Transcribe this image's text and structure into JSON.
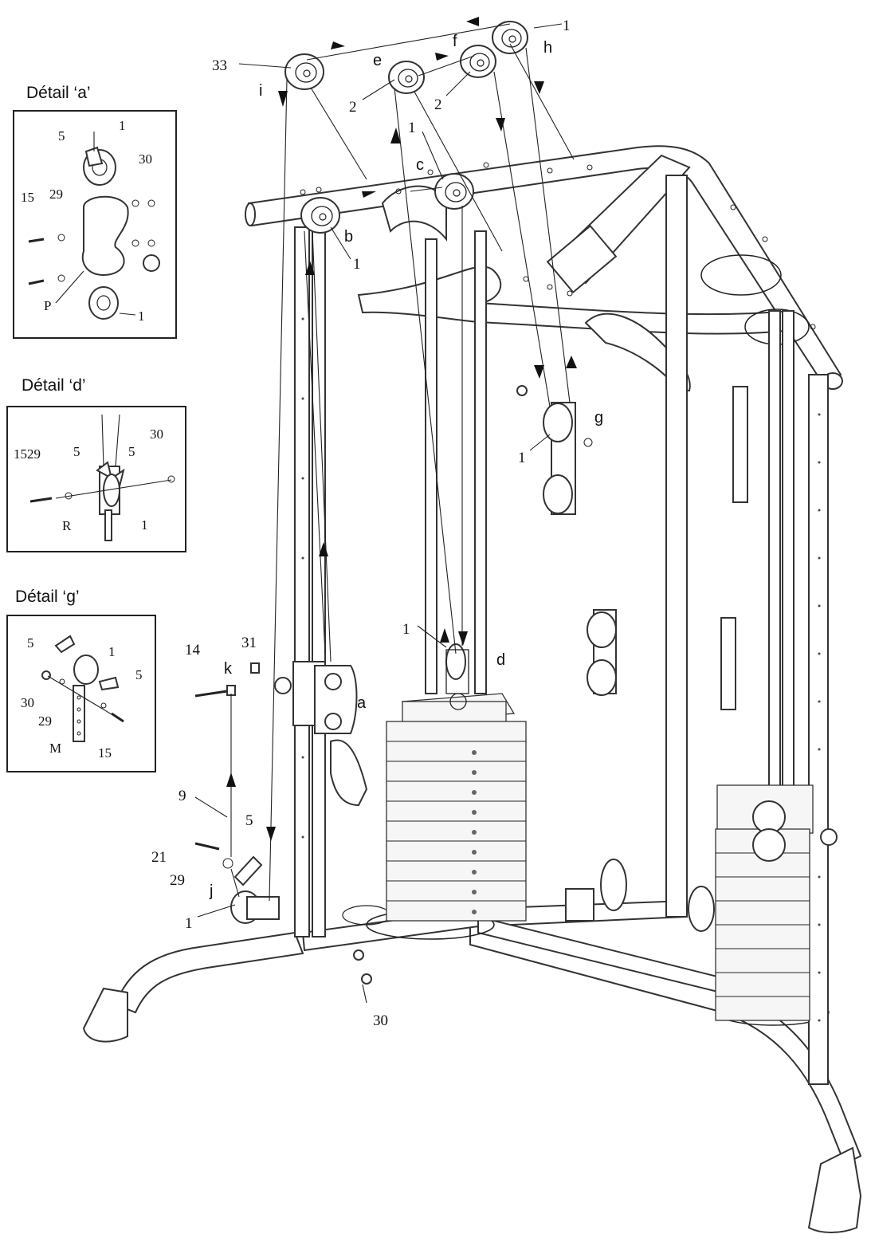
{
  "details": [
    {
      "title": "Détail ‘a’",
      "labels": [
        "5",
        "1",
        "30",
        "15",
        "29",
        "P",
        "1"
      ]
    },
    {
      "title": "Détail ‘d’",
      "labels": [
        "30",
        "1529",
        "5",
        "5",
        "R",
        "1"
      ]
    },
    {
      "title": "Détail ‘g’",
      "labels": [
        "5",
        "1",
        "5",
        "30",
        "29",
        "M",
        "15"
      ]
    }
  ],
  "main_labels": {
    "pulley_top_right": "1",
    "letter_h": "h",
    "letter_f": "f",
    "letter_e": "e",
    "part_33": "33",
    "letter_i": "i",
    "part_2_left": "2",
    "part_2_right": "2",
    "part_1_upper": "1",
    "letter_c": "c",
    "letter_b": "b",
    "part_1_b": "1",
    "letter_g": "g",
    "part_1_g": "1",
    "part_1_d": "1",
    "letter_d": "d",
    "part_14": "14",
    "part_31": "31",
    "letter_k": "k",
    "letter_a": "a",
    "part_9": "9",
    "part_5": "5",
    "part_21": "21",
    "part_29": "29",
    "letter_j": "j",
    "part_1_j": "1",
    "part_30": "30"
  }
}
